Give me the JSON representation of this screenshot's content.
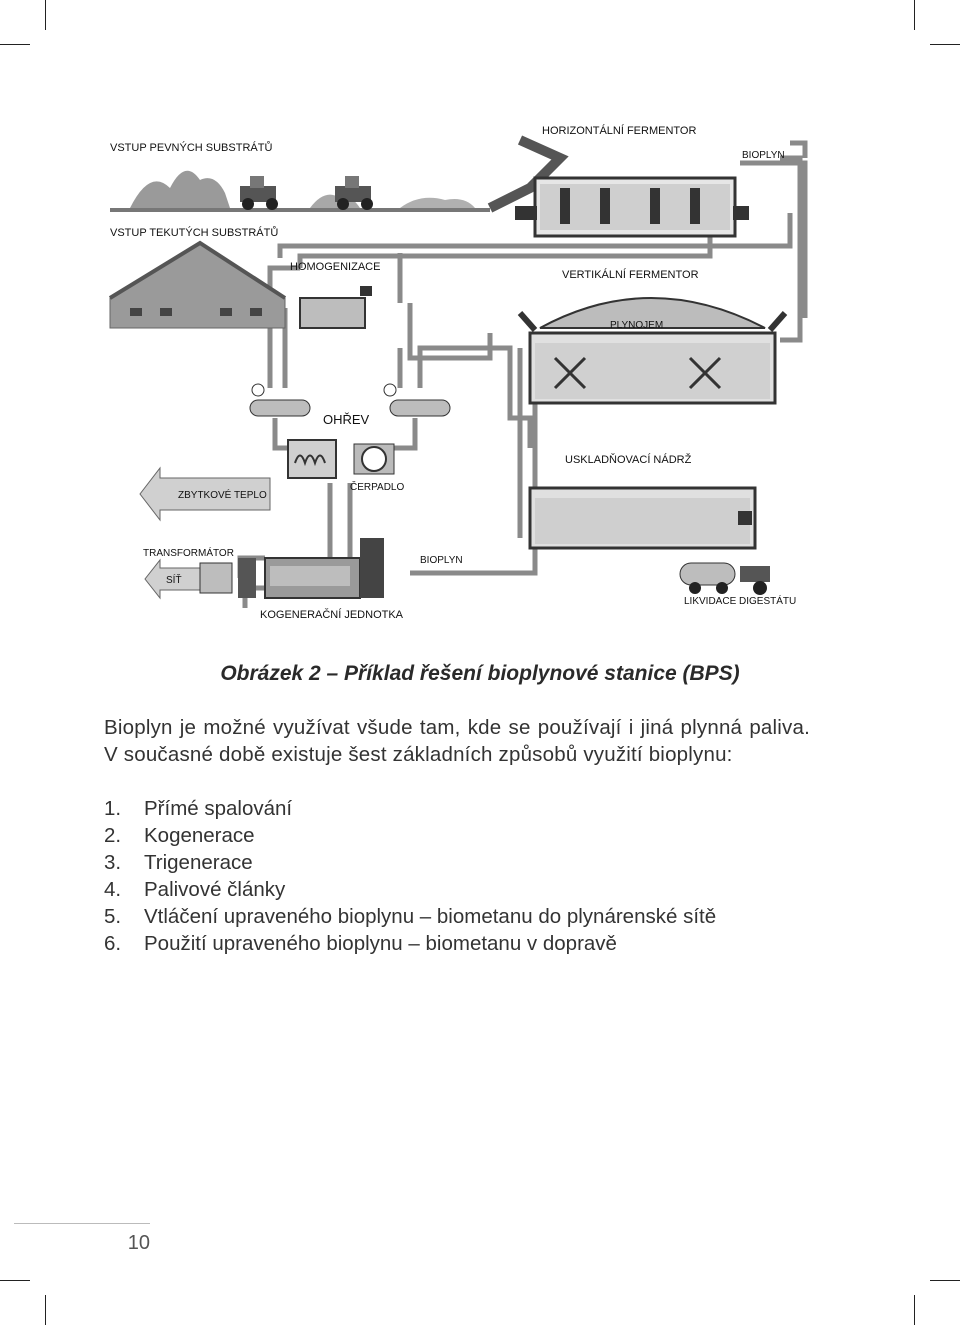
{
  "figure": {
    "labels": {
      "vstup_pevnych": "VSTUP PEVNÝCH SUBSTRÁTŮ",
      "horizontalni": "HORIZONTÁLNÍ FERMENTOR",
      "bioplyn_top": "BIOPLYN",
      "vstup_tekutych": "VSTUP TEKUTÝCH SUBSTRÁTŮ",
      "homogenizace": "HOMOGENIZACE",
      "vertikalni": "VERTIKÁLNÍ FERMENTOR",
      "plynojem": "PLYNOJEM",
      "ohrev": "OHŘEV",
      "uskladnovaci": "USKLADŇOVACÍ NÁDRŽ",
      "zbytkove": "ZBYTKOVÉ TEPLO",
      "cerpadlo": "ČERPADLO",
      "transformator": "TRANSFORMÁTOR",
      "bioplyn_mid": "BIOPLYN",
      "sit": "SÍŤ",
      "likvidace": "LIKVIDACE DIGESTÁTU",
      "kogeneracni": "KOGENERAČNÍ JEDNOTKA"
    }
  },
  "caption": "Obrázek 2 – Příklad řešení bioplynové stanice (BPS)",
  "paragraph": "Bioplyn je možné využívat všude tam, kde se používají i jiná plynná paliva. V současné době existuje šest základních způsobů využití bioplynu:",
  "list": [
    {
      "num": "1.",
      "text": "Přímé spalování"
    },
    {
      "num": "2.",
      "text": "Kogenerace"
    },
    {
      "num": "3.",
      "text": "Trigenerace"
    },
    {
      "num": "4.",
      "text": "Palivové články"
    },
    {
      "num": "5.",
      "text": "Vtláčení upraveného bioplynu – biometanu do plynárenské sítě"
    },
    {
      "num": "6.",
      "text": "Použití upraveného bioplynu – biometanu v dopravě"
    }
  ],
  "page_number": "10"
}
